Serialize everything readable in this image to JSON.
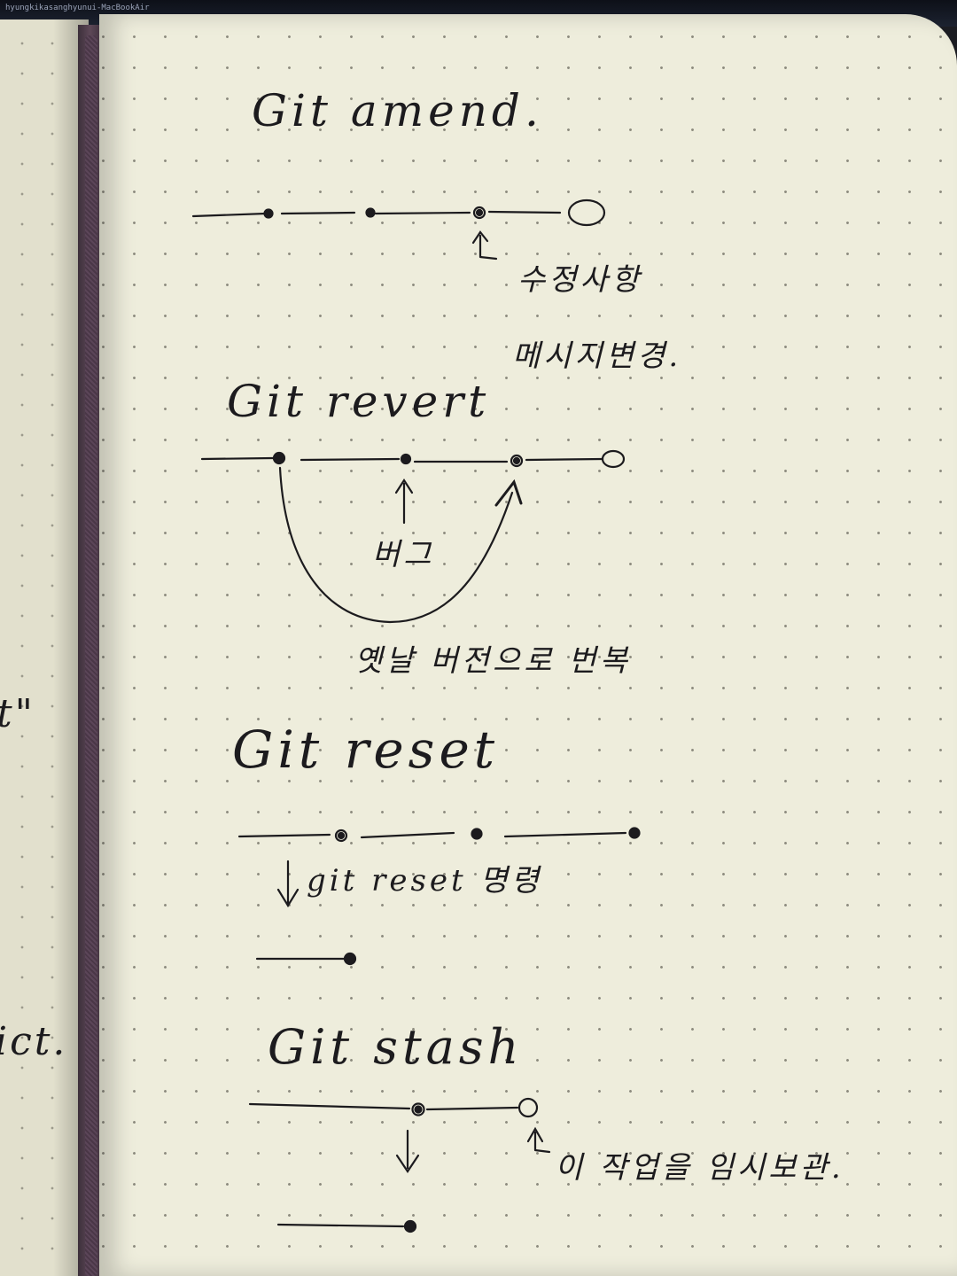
{
  "screen_strip_text": "hyungkikasanghyunui-MacBookAir",
  "left_page_margin": {
    "fragment_1": "t\"",
    "fragment_2": "ict."
  },
  "sections": [
    {
      "title": "Git amend.",
      "notes": [
        "수정사항",
        "메시지변경."
      ]
    },
    {
      "title": "Git revert",
      "notes": [
        "버그",
        "옛날 버전으로 번복"
      ]
    },
    {
      "title": "Git reset",
      "notes": [
        "git reset 명령"
      ]
    },
    {
      "title": "Git stash",
      "notes": [
        "이 작업을 임시보관."
      ]
    }
  ],
  "colors": {
    "ink": "#1c1b1e",
    "paper": "#eeeddc",
    "spine": "#4e3c4b"
  }
}
